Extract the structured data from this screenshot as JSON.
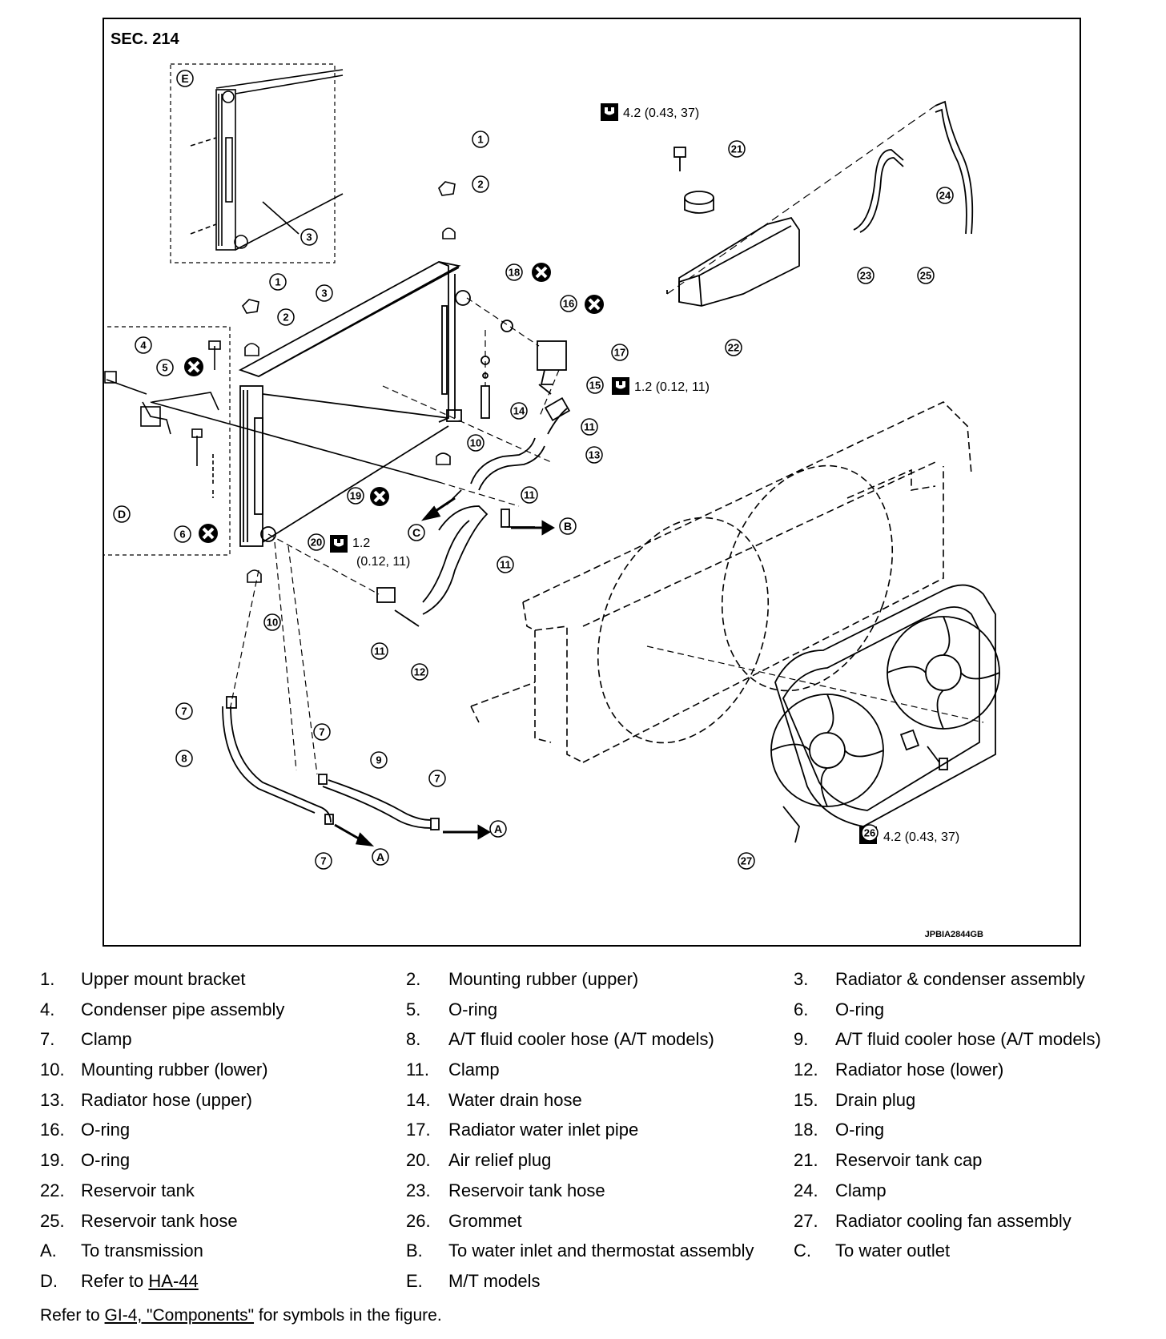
{
  "figure": {
    "section_label": "SEC. 214",
    "image_code": "JPBIA2844GB",
    "torques": {
      "t1": "4.2 (0.43, 37)",
      "t2": "1.2 (0.12, 11)",
      "t3": "1.2",
      "t3b": "(0.12, 11)",
      "t4": "4.2 (0.43, 37)"
    },
    "letters": {
      "A": "A",
      "B": "B",
      "C": "C",
      "D": "D",
      "E": "E"
    },
    "callouts": [
      "1",
      "2",
      "3",
      "4",
      "5",
      "6",
      "7",
      "8",
      "9",
      "10",
      "11",
      "12",
      "13",
      "14",
      "15",
      "16",
      "17",
      "18",
      "19",
      "20",
      "21",
      "22",
      "23",
      "24",
      "25",
      "26",
      "27"
    ]
  },
  "legend": [
    [
      {
        "num": "1.",
        "text": "Upper mount bracket"
      },
      {
        "num": "2.",
        "text": "Mounting rubber (upper)"
      },
      {
        "num": "3.",
        "text": "Radiator & condenser assembly"
      }
    ],
    [
      {
        "num": "4.",
        "text": "Condenser pipe assembly"
      },
      {
        "num": "5.",
        "text": "O-ring"
      },
      {
        "num": "6.",
        "text": "O-ring"
      }
    ],
    [
      {
        "num": "7.",
        "text": "Clamp"
      },
      {
        "num": "8.",
        "text": "A/T fluid cooler hose (A/T models)"
      },
      {
        "num": "9.",
        "text": "A/T fluid cooler hose (A/T models)"
      }
    ],
    [
      {
        "num": "10.",
        "text": "Mounting rubber (lower)"
      },
      {
        "num": "11.",
        "text": "Clamp"
      },
      {
        "num": "12.",
        "text": "Radiator hose (lower)"
      }
    ],
    [
      {
        "num": "13.",
        "text": "Radiator hose (upper)"
      },
      {
        "num": "14.",
        "text": "Water drain hose"
      },
      {
        "num": "15.",
        "text": "Drain plug"
      }
    ],
    [
      {
        "num": "16.",
        "text": "O-ring"
      },
      {
        "num": "17.",
        "text": "Radiator water inlet pipe"
      },
      {
        "num": "18.",
        "text": "O-ring"
      }
    ],
    [
      {
        "num": "19.",
        "text": "O-ring"
      },
      {
        "num": "20.",
        "text": "Air relief plug"
      },
      {
        "num": "21.",
        "text": "Reservoir tank cap"
      }
    ],
    [
      {
        "num": "22.",
        "text": "Reservoir tank"
      },
      {
        "num": "23.",
        "text": "Reservoir tank hose"
      },
      {
        "num": "24.",
        "text": "Clamp"
      }
    ],
    [
      {
        "num": "25.",
        "text": "Reservoir tank hose"
      },
      {
        "num": "26.",
        "text": "Grommet"
      },
      {
        "num": "27.",
        "text": "Radiator cooling fan assembly"
      }
    ],
    [
      {
        "num": "A.",
        "text": "To transmission"
      },
      {
        "num": "B.",
        "text": "To water inlet and thermostat assembly"
      },
      {
        "num": "C.",
        "text": "To water outlet"
      }
    ],
    [
      {
        "num": "D.",
        "text": "Refer to",
        "link": "HA-44"
      },
      {
        "num": "E.",
        "text": "M/T models"
      }
    ]
  ],
  "footnote": {
    "prefix": "Refer to",
    "link": "GI-4, \"Components\"",
    "suffix": "for symbols in the figure."
  }
}
